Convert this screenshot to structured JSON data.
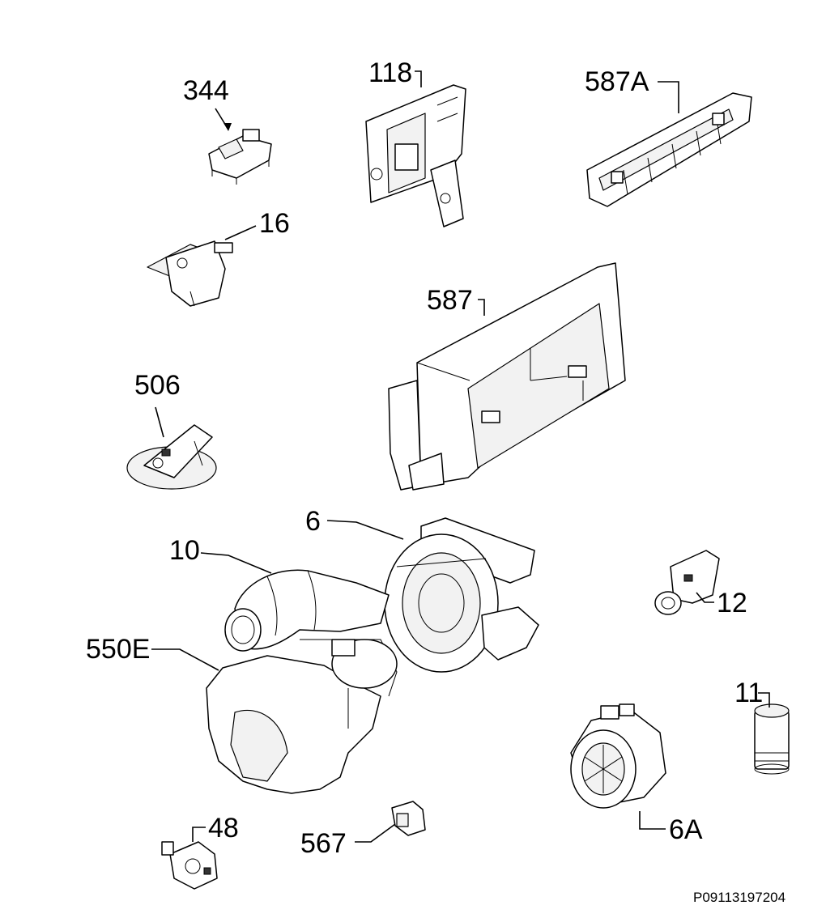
{
  "diagram": {
    "labels": {
      "p344": "344",
      "p118": "118",
      "p587A": "587A",
      "p16": "16",
      "p587": "587",
      "p506": "506",
      "p6": "6",
      "p10": "10",
      "p12": "12",
      "p550E": "550E",
      "p11": "11",
      "p48": "48",
      "p567": "567",
      "p6A": "6A"
    },
    "drawing_code": "P09113197204"
  }
}
